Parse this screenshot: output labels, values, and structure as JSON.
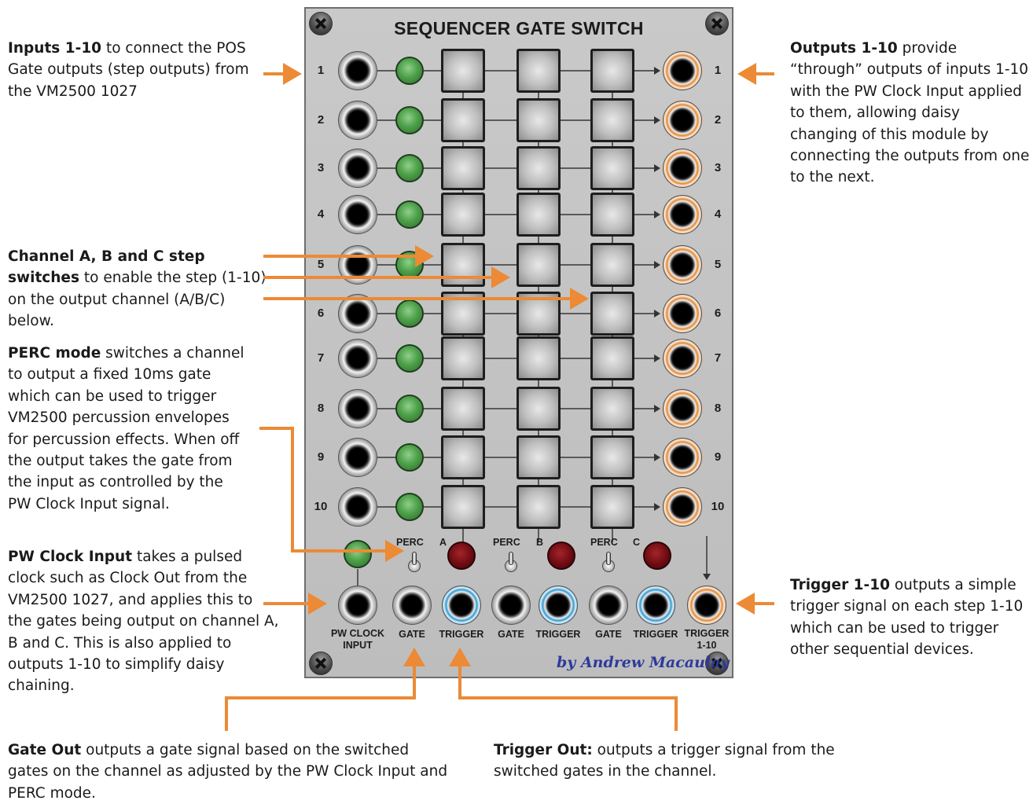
{
  "module": {
    "title": "SEQUENCER GATE SWITCH",
    "signature": "by Andrew Macaulay",
    "row_numbers": [
      "1",
      "2",
      "3",
      "4",
      "5",
      "6",
      "7",
      "8",
      "9",
      "10"
    ],
    "perc_label": "PERC",
    "channels": [
      "A",
      "B",
      "C"
    ],
    "jack_labels": {
      "pw_clock": "PW CLOCK\nINPUT",
      "gate": "GATE",
      "trigger": "TRIGGER",
      "trigger_1_10": "TRIGGER\n1-10"
    },
    "colors": {
      "output_ring": "#e8862b",
      "trigger_ring": "#2a9bd8",
      "led_green": "#4ea14a",
      "led_red": "#6e0c12",
      "arrow": "#ec8a35",
      "signature": "#2c3a9c"
    }
  },
  "annotations": {
    "inputs": {
      "bold": "Inputs 1-10",
      "text": " to connect the  POS Gate outputs (step outputs) from the VM2500 1027"
    },
    "outputs": {
      "bold": "Outputs 1-10",
      "text": " provide “through” outputs of inputs 1-10 with the PW Clock Input applied to them, allowing daisy changing of this module by connecting the outputs from one to the next."
    },
    "step_switches": {
      "bold": "Channel A, B and C step switches",
      "text": " to enable the step (1-10) on the output channel (A/B/C) below."
    },
    "perc_mode": {
      "bold": "PERC mode",
      "text": " switches a channel to output a fixed 10ms gate which can be used to trigger VM2500 percussion envelopes for percussion effects. When off the output takes the gate from the input as controlled by the PW Clock Input signal."
    },
    "pw_clock": {
      "bold": "PW Clock Input",
      "text": " takes a pulsed clock such as Clock Out from the VM2500 1027, and applies this to the gates being output on channel A, B and C. This is also applied to outputs 1-10 to simplify daisy chaining."
    },
    "trigger_1_10": {
      "bold": "Trigger 1-10",
      "text": " outputs a simple trigger signal on each step 1-10 which can be used to trigger other sequential devices."
    },
    "gate_out": {
      "bold": "Gate Out",
      "text": " outputs a gate signal based on the switched gates on the channel as adjusted by the PW Clock Input and PERC mode."
    },
    "trigger_out": {
      "bold": "Trigger Out:",
      "text": " outputs a trigger signal from the switched gates in the channel."
    }
  }
}
